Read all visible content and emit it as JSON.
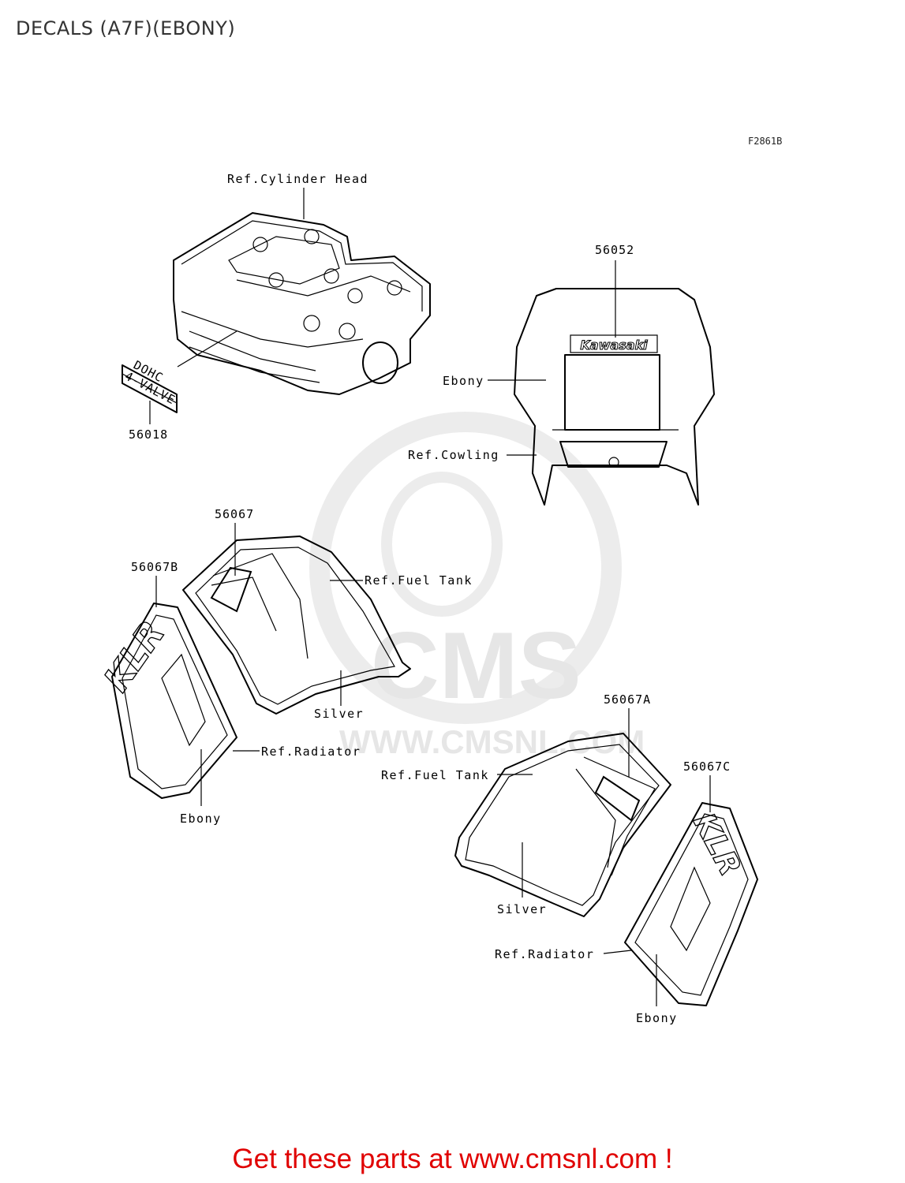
{
  "page_title": "DECALS (A7F)(EBONY)",
  "figure_code": "F2861B",
  "watermark": {
    "brand": "CMS",
    "url": "WWW.CMSNL.COM"
  },
  "callouts": {
    "ref_cylinder_head": "Ref.Cylinder Head",
    "part_56018": "56018",
    "decal_dohc": "DOHC",
    "decal_4valve": "4-VALVE",
    "part_56052": "56052",
    "cowl_brand": "Kawasaki",
    "ebony_cowl": "Ebony",
    "ref_cowling": "Ref.Cowling",
    "part_56067": "56067",
    "part_56067b": "56067B",
    "ref_fuel_tank_left": "Ref.Fuel Tank",
    "silver_left": "Silver",
    "ref_radiator_left": "Ref.Radiator",
    "ebony_left": "Ebony",
    "part_56067a": "56067A",
    "ref_fuel_tank_right": "Ref.Fuel Tank",
    "part_56067c": "56067C",
    "silver_right": "Silver",
    "ref_radiator_right": "Ref.Radiator",
    "ebony_right": "Ebony"
  },
  "footer_text": "Get these parts at www.cmsnl.com !"
}
